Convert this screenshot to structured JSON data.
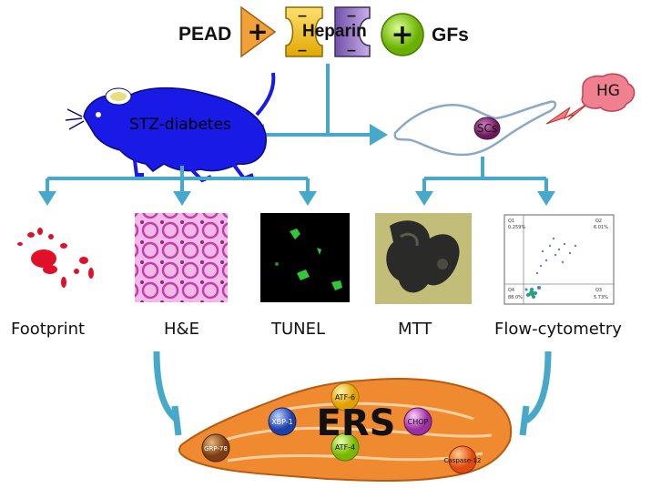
{
  "top": {
    "pead": "PEAD",
    "plus1": "+",
    "heparin": "Heparin",
    "plus2": "+",
    "gfs": "GFs",
    "minus": "−"
  },
  "left_model": {
    "label": "STZ-diabetes"
  },
  "right_model": {
    "cell_label": "SCs",
    "stress_label": "HG"
  },
  "methods": {
    "footprint": "Footprint",
    "he": "H&E",
    "tunel": "TUNEL",
    "mtt": "MTT",
    "flow": "Flow-cytometry"
  },
  "flow_plot": {
    "q1": "Q1",
    "q1_pct": "0.259%",
    "q2": "Q2",
    "q2_pct": "6.01%",
    "q3": "Q3",
    "q3_pct": "5.73%",
    "q4": "Q4",
    "q4_pct": "88.0%"
  },
  "er": {
    "title": "ERS",
    "markers": [
      "ATF-6",
      "XBP-1",
      "CHOP",
      "ATF-4",
      "GRP-78",
      "Caspase-12"
    ]
  },
  "colors": {
    "arrow": "#47a9c9",
    "mouse": "#1a1ae6",
    "er": "#f08a30",
    "he_tissue": "#e070c8",
    "tunel_signal": "#30c838",
    "footprint": "#e0102a"
  }
}
